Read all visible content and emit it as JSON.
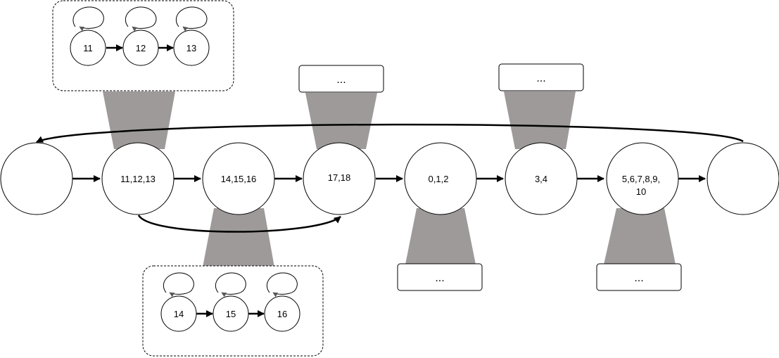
{
  "main_nodes": [
    {
      "id": "n0",
      "label": ""
    },
    {
      "id": "n1",
      "label": "11,12,13"
    },
    {
      "id": "n2",
      "label": "14,15,16"
    },
    {
      "id": "n3",
      "label": "17,18"
    },
    {
      "id": "n4",
      "label": "0,1,2"
    },
    {
      "id": "n5",
      "label": "3,4"
    },
    {
      "id": "n6",
      "label_line1": "5,6,7,8,9,",
      "label_line2": "10"
    },
    {
      "id": "n7",
      "label": ""
    }
  ],
  "top_detail": {
    "nodes": [
      "11",
      "12",
      "13"
    ]
  },
  "bottom_detail": {
    "nodes": [
      "14",
      "15",
      "16"
    ]
  },
  "collapsed_boxes": {
    "over_17_18": "...",
    "over_3_4": "...",
    "under_0_1_2": "...",
    "under_5_10": "..."
  }
}
